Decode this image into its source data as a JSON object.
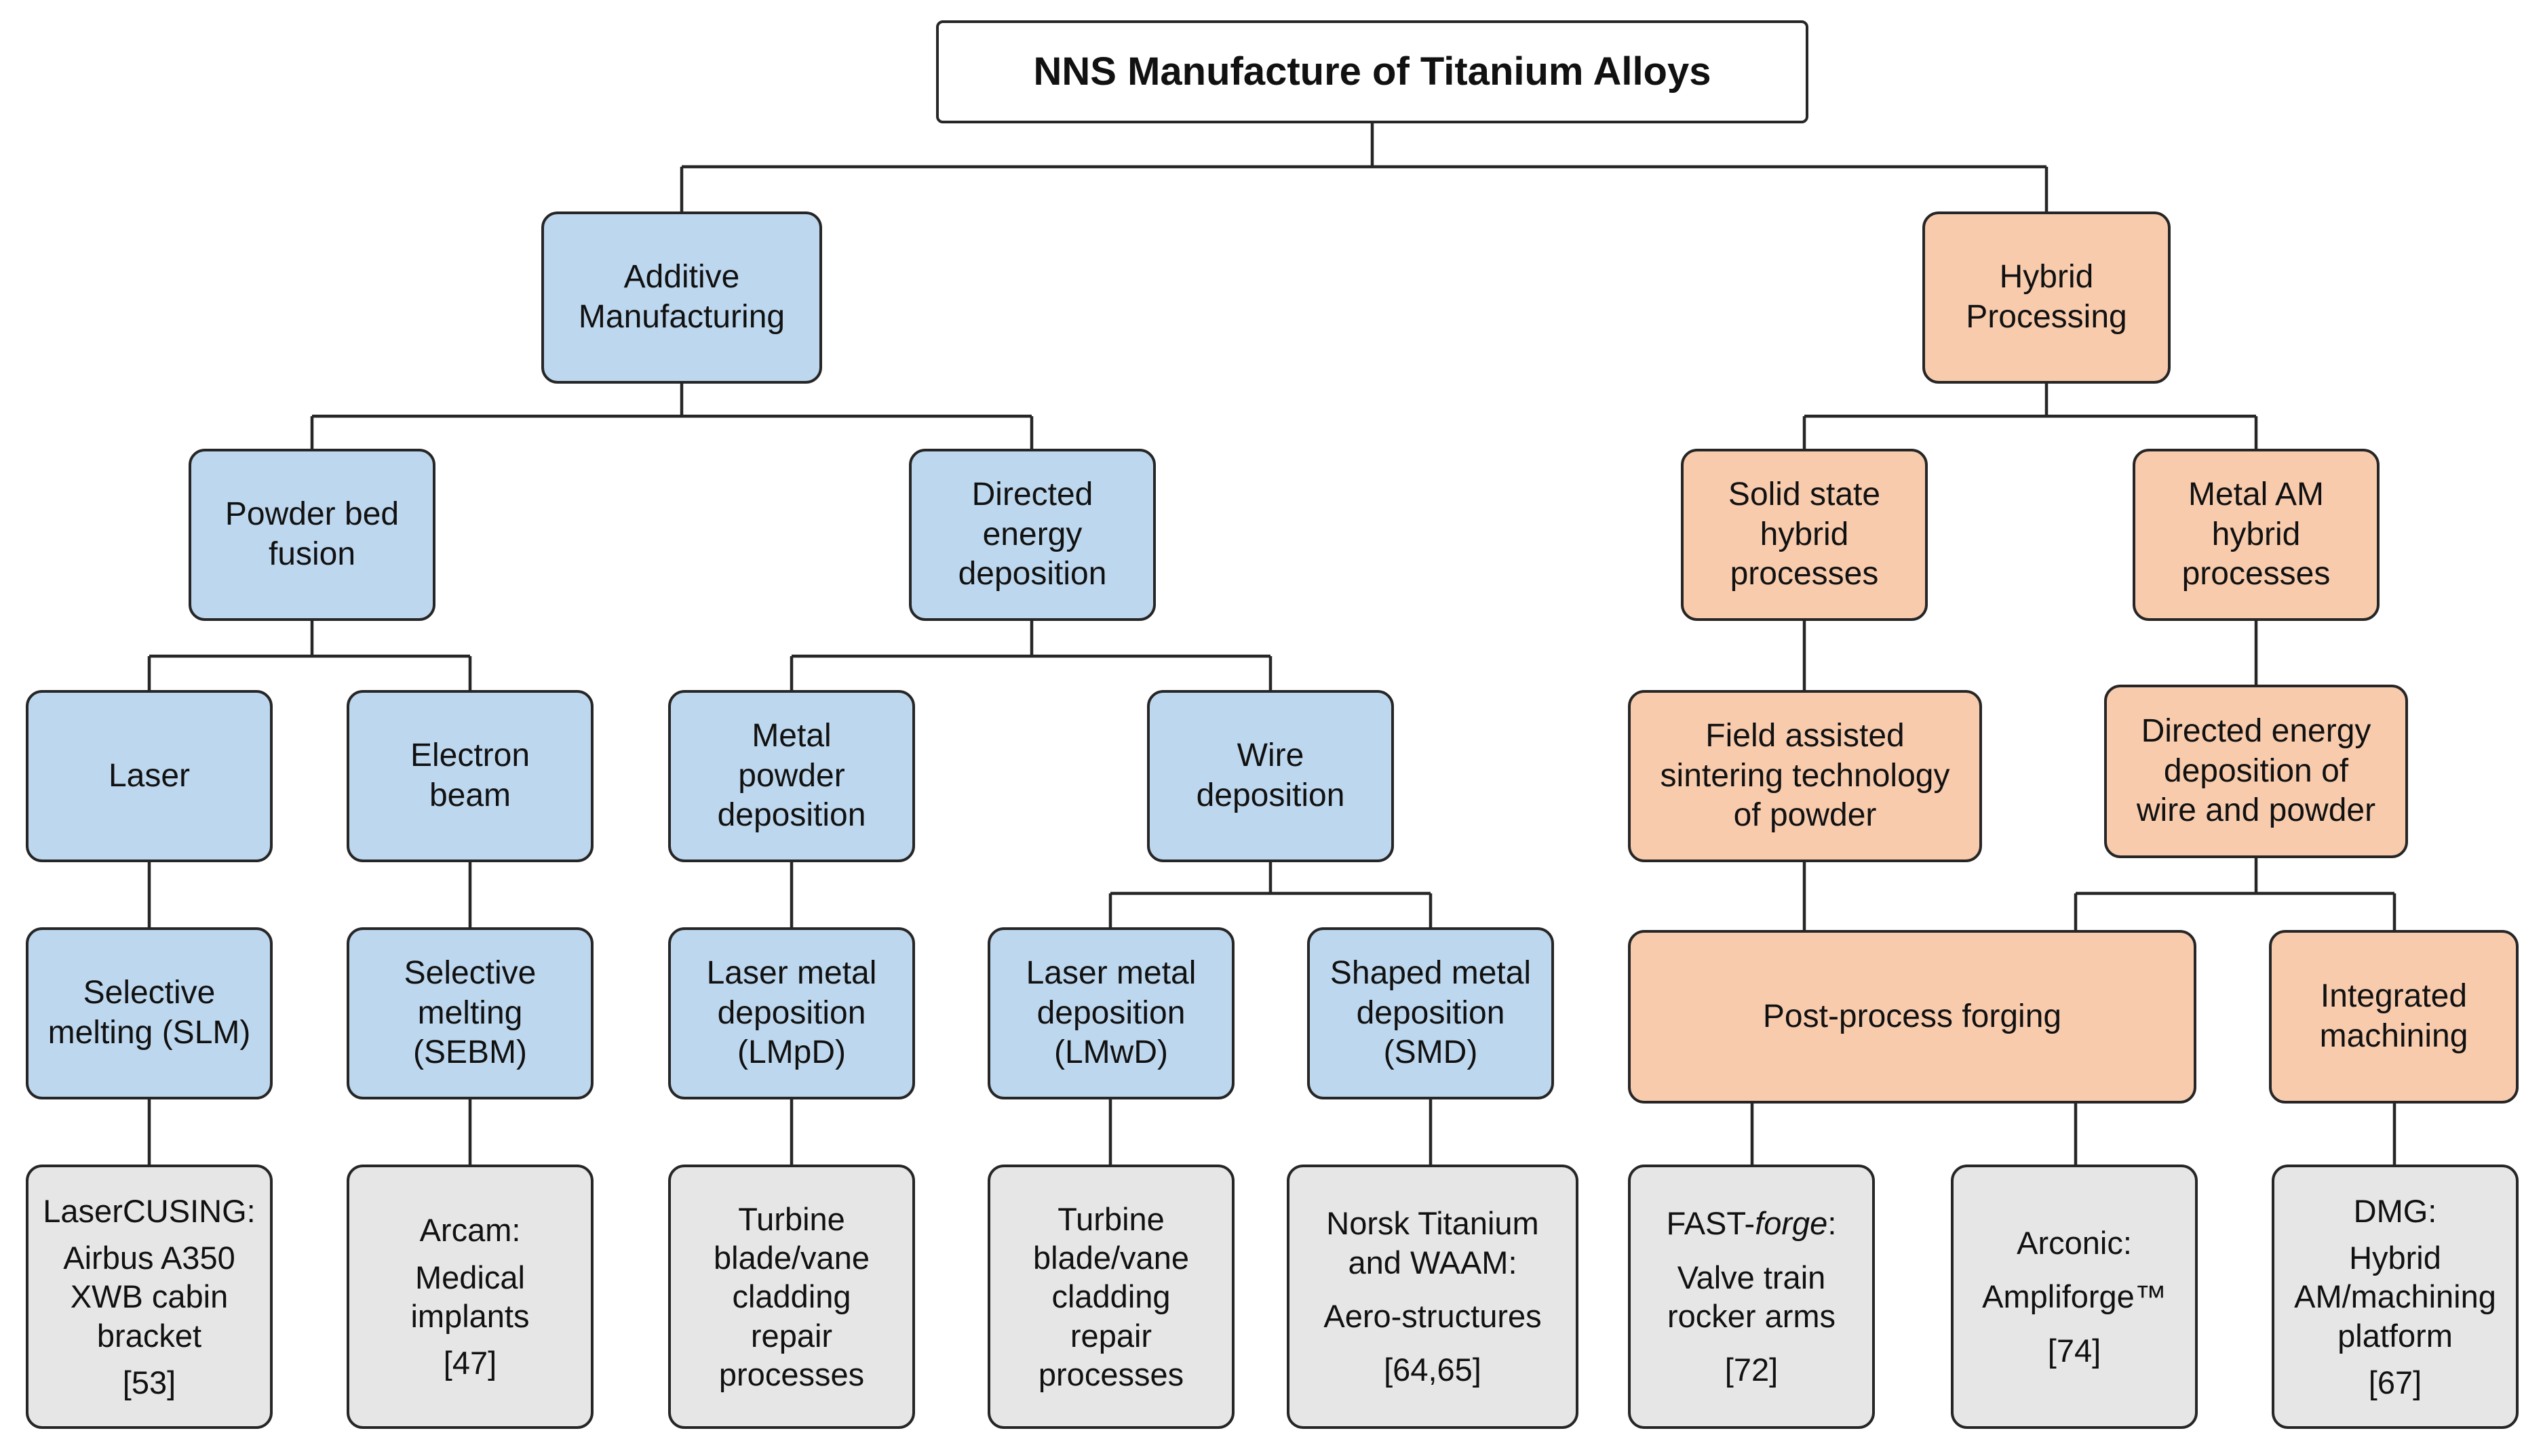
{
  "colors": {
    "additive": "#bdd7ee",
    "hybrid": "#f8cbad",
    "example": "#e6e6e6",
    "border": "#262626"
  },
  "root": {
    "title": "NNS Manufacture of Titanium Alloys"
  },
  "additive": {
    "title": [
      "Additive",
      "Manufacturing"
    ],
    "powder_bed": {
      "title": [
        "Powder bed",
        "fusion"
      ]
    },
    "directed_energy": {
      "title": [
        "Directed",
        "energy",
        "deposition"
      ]
    },
    "laser": {
      "title": "Laser"
    },
    "electron_beam": {
      "title": [
        "Electron",
        "beam"
      ]
    },
    "metal_powder": {
      "title": [
        "Metal",
        "powder",
        "deposition"
      ]
    },
    "wire_deposition": {
      "title": [
        "Wire",
        "deposition"
      ]
    },
    "slm": {
      "title": [
        "Selective",
        "melting (SLM)"
      ]
    },
    "sebm": {
      "title": [
        "Selective",
        "melting",
        "(SEBM)"
      ]
    },
    "lmpd": {
      "title": [
        "Laser metal",
        "deposition",
        "(LMpD)"
      ]
    },
    "lmwd": {
      "title": [
        "Laser metal",
        "deposition",
        "(LMwD)"
      ]
    },
    "smd": {
      "title": [
        "Shaped metal",
        "deposition",
        "(SMD)"
      ]
    },
    "ex_lasercusing": {
      "lines": [
        "LaserCUSING:",
        "Airbus A350",
        "XWB cabin",
        "bracket"
      ],
      "ref": "[53]"
    },
    "ex_arcam": {
      "lines": [
        "Arcam:",
        "Medical",
        "implants"
      ],
      "ref": "[47]"
    },
    "ex_turbine1": {
      "lines": [
        "Turbine",
        "blade/vane",
        "cladding",
        "repair",
        "processes"
      ]
    },
    "ex_turbine2": {
      "lines": [
        "Turbine",
        "blade/vane",
        "cladding",
        "repair",
        "processes"
      ]
    },
    "ex_norsk": {
      "lines": [
        "Norsk Titanium",
        "and WAAM:",
        "Aero-structures"
      ],
      "ref": "[64,65]"
    }
  },
  "hybrid": {
    "title": [
      "Hybrid",
      "Processing"
    ],
    "solid_state": {
      "title": [
        "Solid state",
        "hybrid",
        "processes"
      ]
    },
    "metal_am": {
      "title": [
        "Metal AM",
        "hybrid",
        "processes"
      ]
    },
    "fast": {
      "title": [
        "Field assisted",
        "sintering technology",
        "of powder"
      ]
    },
    "ded_wire_powder": {
      "title": [
        "Directed energy",
        "deposition of",
        "wire and powder"
      ]
    },
    "post_forging": {
      "title": "Post-process forging"
    },
    "integrated": {
      "title": [
        "Integrated",
        "machining"
      ]
    },
    "ex_fastforge": {
      "prefix": "FAST-",
      "italic": "forge",
      "suffix": ":",
      "lines": [
        "Valve train",
        "rocker arms"
      ],
      "ref": "[72]"
    },
    "ex_arconic": {
      "lines": [
        "Arconic:",
        "Ampliforge™"
      ],
      "ref": "[74]"
    },
    "ex_dmg": {
      "lines": [
        "DMG:",
        "Hybrid",
        "AM/machining",
        "platform"
      ],
      "ref": "[67]"
    }
  }
}
